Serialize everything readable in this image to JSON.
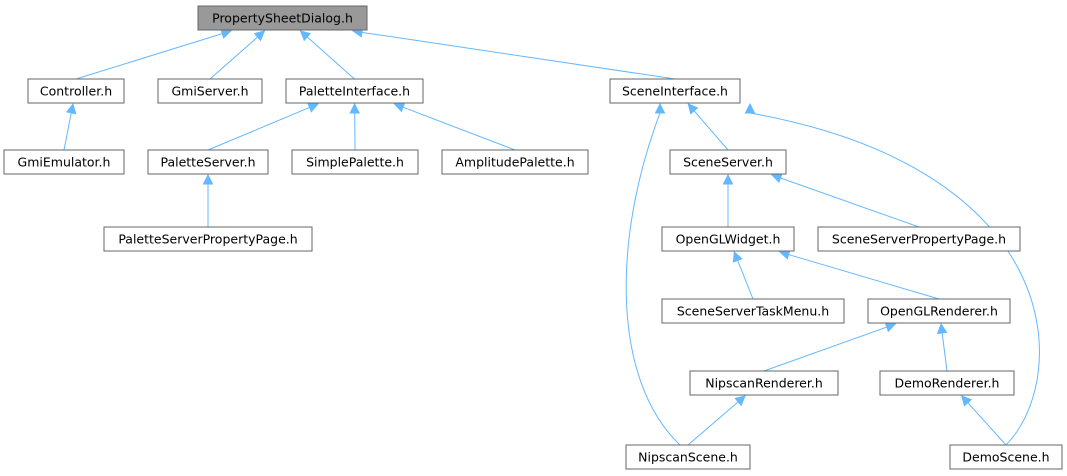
{
  "diagram": {
    "type": "include-dependency-graph",
    "colors": {
      "edge": "#63b8ff",
      "node_border": "#666666",
      "root_fill": "#999999",
      "node_fill": "#ffffff"
    },
    "nodes": {
      "root": "PropertySheetDialog.h",
      "controller": "Controller.h",
      "gmi_server": "GmiServer.h",
      "palette_interface": "PaletteInterface.h",
      "scene_interface": "SceneInterface.h",
      "gmi_emulator": "GmiEmulator.h",
      "palette_server": "PaletteServer.h",
      "simple_palette": "SimplePalette.h",
      "amplitude_palette": "AmplitudePalette.h",
      "scene_server": "SceneServer.h",
      "palette_server_property_page": "PaletteServerPropertyPage.h",
      "opengl_widget": "OpenGLWidget.h",
      "scene_server_property_page": "SceneServerPropertyPage.h",
      "scene_server_task_menu": "SceneServerTaskMenu.h",
      "opengl_renderer": "OpenGLRenderer.h",
      "nipscan_renderer": "NipscanRenderer.h",
      "demo_renderer": "DemoRenderer.h",
      "nipscan_scene": "NipscanScene.h",
      "demo_scene": "DemoScene.h"
    },
    "edges": [
      {
        "from": "controller",
        "to": "root"
      },
      {
        "from": "gmi_server",
        "to": "root"
      },
      {
        "from": "palette_interface",
        "to": "root"
      },
      {
        "from": "scene_interface",
        "to": "root"
      },
      {
        "from": "gmi_emulator",
        "to": "controller"
      },
      {
        "from": "palette_server",
        "to": "palette_interface"
      },
      {
        "from": "simple_palette",
        "to": "palette_interface"
      },
      {
        "from": "amplitude_palette",
        "to": "palette_interface"
      },
      {
        "from": "palette_server_property_page",
        "to": "palette_server"
      },
      {
        "from": "scene_server",
        "to": "scene_interface"
      },
      {
        "from": "nipscan_scene",
        "to": "scene_interface"
      },
      {
        "from": "demo_scene",
        "to": "scene_interface"
      },
      {
        "from": "opengl_widget",
        "to": "scene_server"
      },
      {
        "from": "scene_server_property_page",
        "to": "scene_server"
      },
      {
        "from": "scene_server_task_menu",
        "to": "opengl_widget"
      },
      {
        "from": "opengl_renderer",
        "to": "opengl_widget"
      },
      {
        "from": "nipscan_renderer",
        "to": "opengl_renderer"
      },
      {
        "from": "demo_renderer",
        "to": "opengl_renderer"
      },
      {
        "from": "nipscan_scene",
        "to": "nipscan_renderer"
      },
      {
        "from": "demo_scene",
        "to": "demo_renderer"
      }
    ]
  }
}
